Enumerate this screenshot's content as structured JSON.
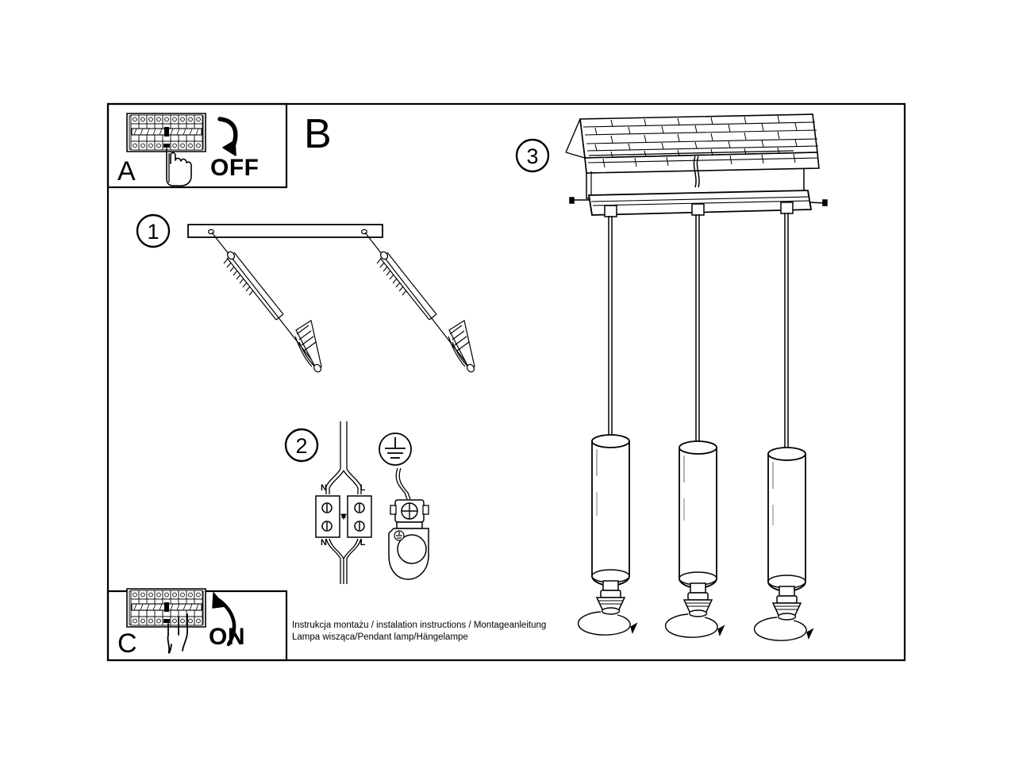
{
  "document": {
    "type": "assembly-instruction-sheet",
    "section_label": "B",
    "background_color": "#ffffff",
    "line_color": "#000000"
  },
  "panels": {
    "power_off": {
      "letter": "A",
      "state_label": "OFF",
      "icon_breaker": "circuit-breaker-panel-icon",
      "icon_hand": "hand-pointing-icon",
      "icon_arrow": "curved-arrow-down-icon",
      "breaker_modules": 9
    },
    "power_on": {
      "letter": "C",
      "state_label": "ON",
      "icon_breaker": "circuit-breaker-panel-icon",
      "icon_hand": "hand-pointing-icon",
      "icon_arrow": "curved-arrow-up-icon",
      "breaker_modules": 9
    }
  },
  "steps": [
    {
      "number": "1",
      "name": "mount-bracket-and-screws",
      "parts": [
        "mounting-bar",
        "screw",
        "wall-plug"
      ],
      "screw_count": 2,
      "plug_count": 2
    },
    {
      "number": "2",
      "name": "wire-terminal-connection",
      "terminal_labels_top": [
        "N",
        "L"
      ],
      "terminal_labels_bottom": [
        "N",
        "L"
      ],
      "terminal_screws": 4,
      "icon_earth": "earth-ground-symbol-icon",
      "icon_clamp": "earth-clamp-icon"
    },
    {
      "number": "3",
      "name": "ceiling-canopy-and-pendants",
      "pendant_count": 3,
      "icon_ceiling": "ceiling-surface-icon",
      "icon_canopy": "canopy-bar-icon",
      "icon_pendant": "cylindrical-pendant-lamp-icon",
      "icon_bulb": "gu10-bulb-icon",
      "icon_rotate": "rotation-arrow-icon"
    }
  ],
  "caption": {
    "line1": "Instrukcja montażu / instalation instructions / Montageanleitung",
    "line2": "Lampa wisząca/Pendant lamp/Hängelampe"
  }
}
